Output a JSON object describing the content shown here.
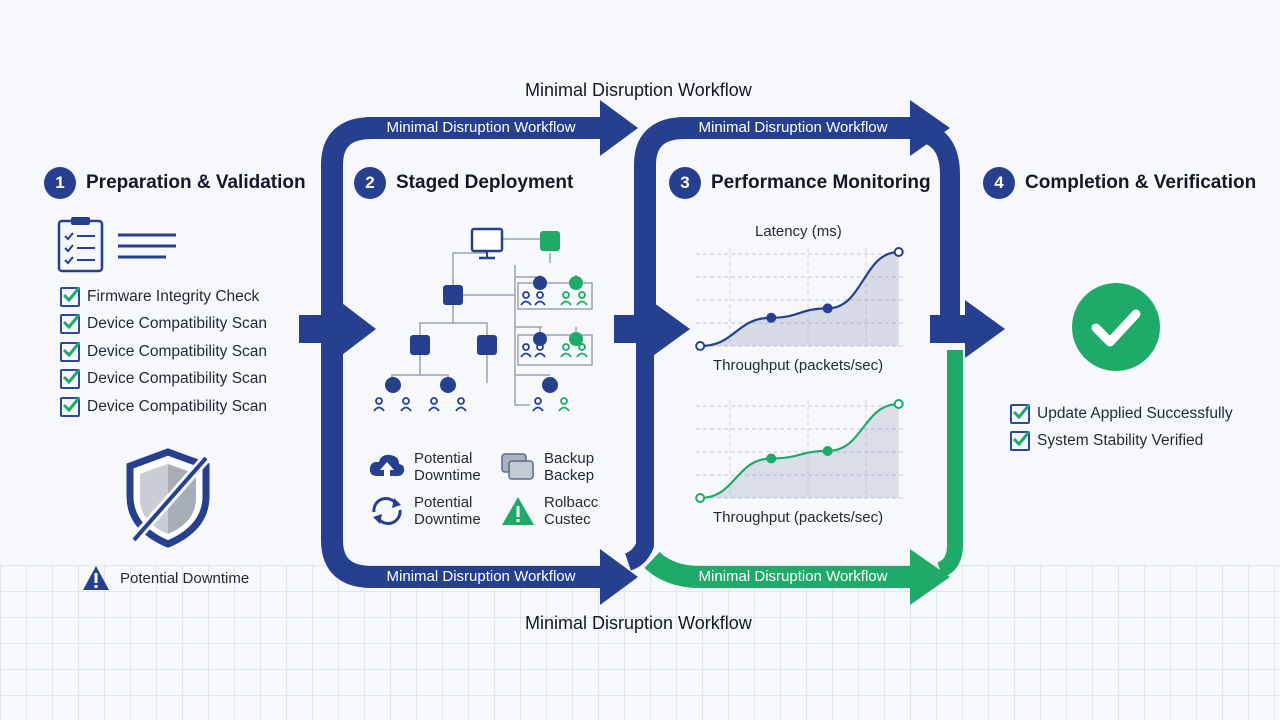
{
  "workflow_title_top": "Minimal Disruption Workflow",
  "workflow_title_bottom": "Minimal Disruption Workflow",
  "arrow_labels": {
    "top_left": "Minimal Disruption Workflow",
    "top_right": "Minimal Disruption Workflow",
    "bottom_left": "Minimal Disruption Workflow",
    "bottom_right": "Minimal Disruption Workflow"
  },
  "steps": [
    {
      "number": "1",
      "title": "Preparation & Validation"
    },
    {
      "number": "2",
      "title": "Staged Deployment"
    },
    {
      "number": "3",
      "title": "Performance Monitoring"
    },
    {
      "number": "4",
      "title": "Completion & Verification"
    }
  ],
  "prep_checks": [
    "Firmware Integrity Check",
    "Device Compatibility Scan",
    "Device Compatibility Scan",
    "Device Compatibility Scan",
    "Device Compatibility Scan"
  ],
  "prep_warning": "Potential Downtime",
  "deployment_legend": [
    {
      "icon": "cloud-upload-icon",
      "line1": "Potential",
      "line2": "Downtime"
    },
    {
      "icon": "backup-icon",
      "line1": "Backup",
      "line2": "Backep"
    },
    {
      "icon": "sync-icon",
      "line1": "Potential",
      "line2": "Downtime"
    },
    {
      "icon": "warning-icon",
      "line1": "Rolbacc",
      "line2": "Custec"
    }
  ],
  "completion_checks": [
    "Update Applied Successfully",
    "System Stability Verified"
  ],
  "colors": {
    "navy": "#26408f",
    "green": "#1faa6a",
    "text": "#111827"
  },
  "chart_data": [
    {
      "type": "line",
      "title": "Latency (ms)",
      "xlabel": "Throughput (packets/sec)",
      "ylabel": "",
      "series": [
        {
          "values": [
            0.0,
            0.3,
            0.4,
            1.0
          ]
        }
      ],
      "color": "#26408f",
      "grid": true
    },
    {
      "type": "line",
      "title": "",
      "xlabel": "Throughput (packets/sec)",
      "ylabel": "",
      "series": [
        {
          "values": [
            0.0,
            0.42,
            0.5,
            1.0
          ]
        }
      ],
      "color": "#1faa6a",
      "grid": true
    }
  ]
}
